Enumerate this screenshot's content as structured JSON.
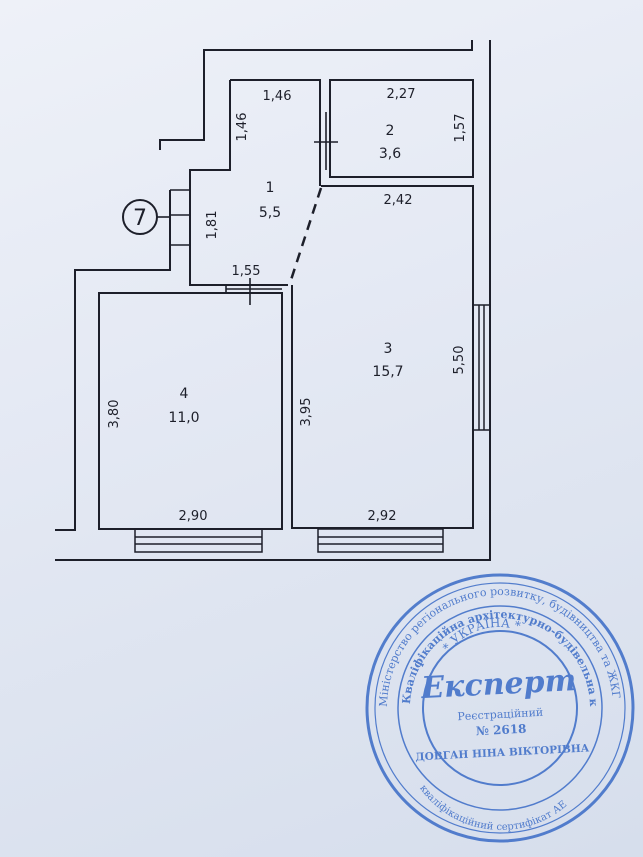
{
  "apartment_number": "7",
  "rooms": [
    {
      "number": "1",
      "area": "5,5"
    },
    {
      "number": "2",
      "area": "3,6"
    },
    {
      "number": "3",
      "area": "15,7"
    },
    {
      "number": "4",
      "area": "11,0"
    }
  ],
  "dimensions": {
    "room1_top": "1,46",
    "room1_height_upper": "1,46",
    "room1_left": "1,81",
    "room1_bottom": "1,55",
    "room2_top": "2,27",
    "room2_right": "1,57",
    "room3_top": "2,42",
    "room3_right": "5,50",
    "room3_left": "3,95",
    "room3_bottom": "2,92",
    "room4_left": "3,80",
    "room4_bottom": "2,90"
  },
  "stamp": {
    "outer_text": "Міністерство регіонального розвитку, будівництва та ЖКГ України",
    "ring2_text": "Кваліфікаційна архітектурно-будівельна комісія",
    "country": "* УКРАЇНА *",
    "title": "Експерт",
    "registration_label": "Реєстраційний",
    "registration_number": "№ 2618",
    "name": "ДОВГАН НІНА ВІКТОРІВНА",
    "bottom_text": "кваліфікаційний сертифікат АЕ"
  },
  "colors": {
    "ink": "#1d1f2a",
    "stamp": "#3f6fc8",
    "paper": "#e6ebf4"
  }
}
